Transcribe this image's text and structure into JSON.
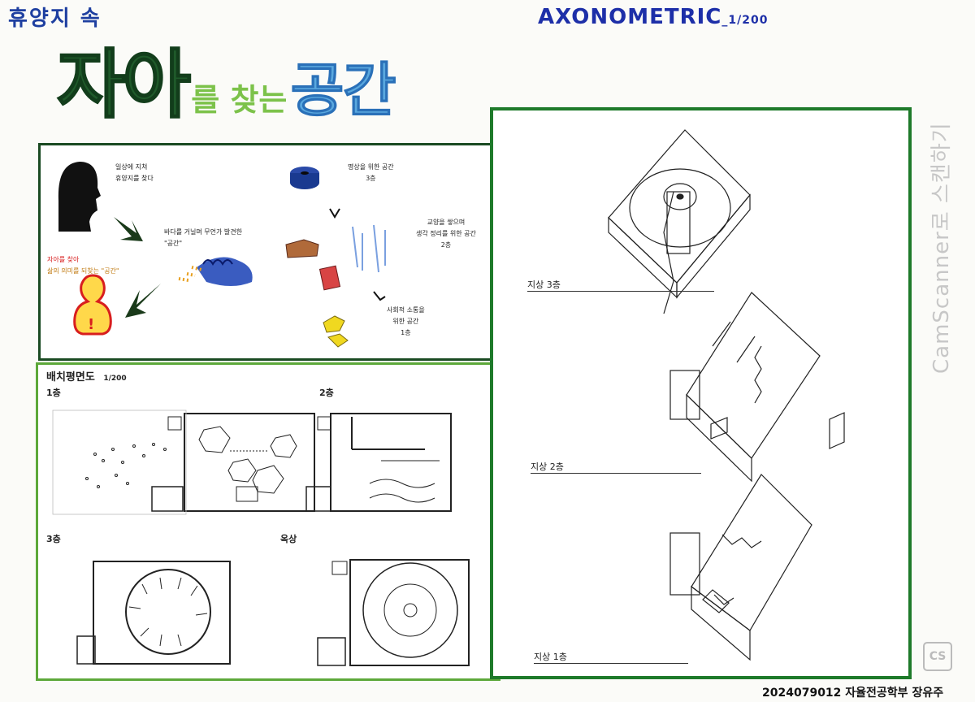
{
  "header": {
    "subtitle": "휴양지 속",
    "title_part1": "자아",
    "title_part2": "를 찾는",
    "title_part3": "공간",
    "axonometric_title": "AXONOMETRIC",
    "axonometric_scale": "_1/200"
  },
  "concept": {
    "note_head_1": "일상에 지쳐",
    "note_head_2": "휴양지를 찾다",
    "note_wave_1": "바다를 거닐며 무언가 발견한",
    "note_wave_2": "\"공간\"",
    "note_self_1": "자아를 찾아",
    "note_self_2": "삶의 의미를 되찾는 \"공간\"",
    "note_med_1": "명상을 위한 공간",
    "note_med_2": "3층",
    "note_2f_1": "교양을 쌓으며",
    "note_2f_2": "생각 정리를 위한 공간",
    "note_2f_3": "2층",
    "note_1f_1": "사회적 소통을",
    "note_1f_2": "위한 공간",
    "note_1f_3": "1층"
  },
  "plans": {
    "title": "배치평면도",
    "scale": "1/200",
    "floor1": "1층",
    "floor2": "2층",
    "floor3": "3층",
    "roof": "옥상"
  },
  "axonometric": {
    "level3": "지상 3층",
    "level2": "지상 2층",
    "level1": "지상 1층"
  },
  "watermark": {
    "text": "CamScanner로 스캔하기",
    "badge": "CS"
  },
  "footer": {
    "signature": "2024079012 자율전공학부 장유주"
  },
  "colors": {
    "title_green": "#1f5a2a",
    "title_blue": "#5aa8de",
    "accent_blue": "#1d2fa8",
    "frame_dark_green": "#1a4a22",
    "frame_light_green": "#5da83a"
  }
}
